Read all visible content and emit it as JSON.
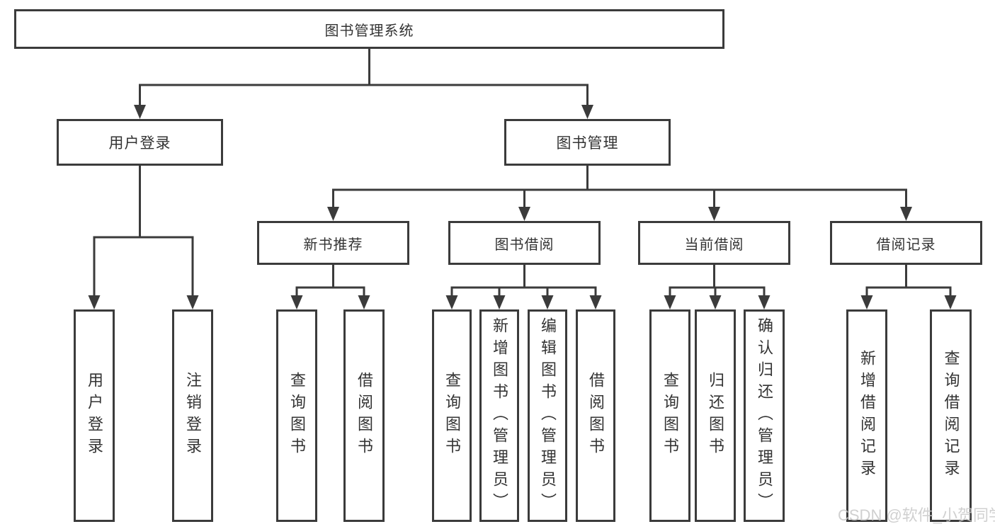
{
  "nodes": {
    "root": "图书管理系统",
    "user_login": "用户登录",
    "book_mgmt": "图书管理",
    "new_books": "新书推荐",
    "book_borrow": "图书借阅",
    "current_borrow": "当前借阅",
    "borrow_records": "借阅记录",
    "leaf_user_login": "用户登录",
    "leaf_logout": "注销登录",
    "leaf_nb_query": "查询图书",
    "leaf_nb_borrow": "借阅图书",
    "leaf_bb_query": "查询图书",
    "leaf_bb_add": "新增图书（管理员）",
    "leaf_bb_edit": "编辑图书（管理员）",
    "leaf_bb_borrow": "借阅图书",
    "leaf_cb_query": "查询图书",
    "leaf_cb_return": "归还图书",
    "leaf_cb_confirm": "确认归还（管理员）",
    "leaf_br_add": "新增借阅记录",
    "leaf_br_query": "查询借阅记录"
  },
  "watermark": "CSDN @软件_小贺同学",
  "colors": {
    "line": "#3b3b3b",
    "border": "#3b3b3b",
    "text": "#333333",
    "background": "#ffffff",
    "watermark": "#c8c8c8"
  }
}
